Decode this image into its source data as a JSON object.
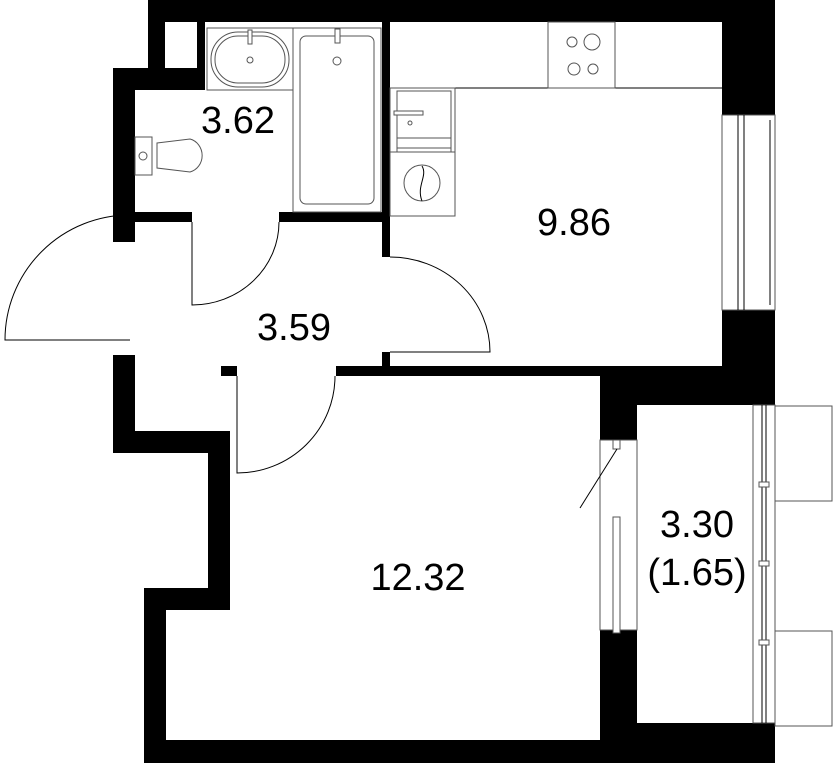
{
  "plan": {
    "rooms": [
      {
        "id": "bathroom",
        "area": "3.62"
      },
      {
        "id": "hallway",
        "area": "3.59"
      },
      {
        "id": "kitchen",
        "area": "9.86"
      },
      {
        "id": "bedroom",
        "area": "12.32"
      },
      {
        "id": "balcony",
        "area": "3.30",
        "reduced_area": "(1.65)"
      }
    ],
    "colors": {
      "wall": "#000000",
      "background": "#ffffff",
      "fixture_line": "#555555"
    }
  }
}
